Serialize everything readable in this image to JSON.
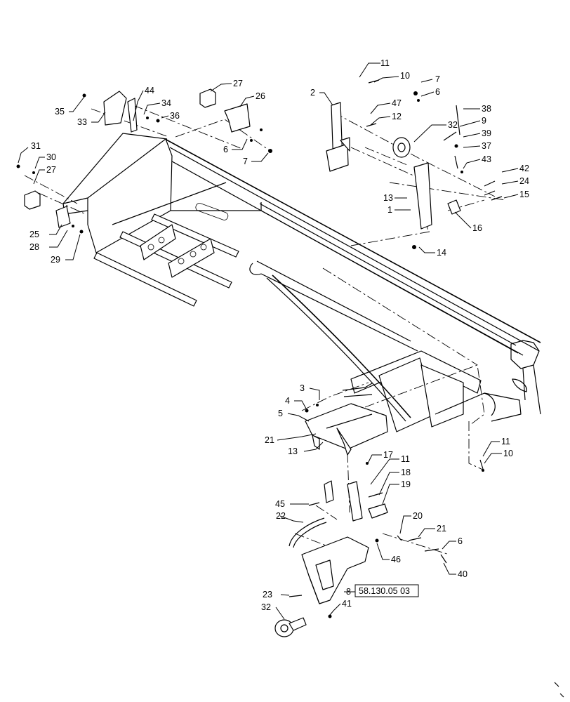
{
  "callouts": {
    "c1": "1",
    "c2": "2",
    "c3": "3",
    "c4": "4",
    "c5": "5",
    "c6a": "6",
    "c6b": "6",
    "c6c": "6",
    "c7a": "7",
    "c7b": "7",
    "c8": "8",
    "c9": "9",
    "c10a": "10",
    "c10b": "10",
    "c11a": "11",
    "c11b": "11",
    "c11c": "11",
    "c12": "12",
    "c13a": "13",
    "c13b": "13",
    "c14": "14",
    "c15": "15",
    "c16": "16",
    "c17": "17",
    "c18": "18",
    "c19": "19",
    "c20": "20",
    "c21a": "21",
    "c21b": "21",
    "c22": "22",
    "c23": "23",
    "c24": "24",
    "c25": "25",
    "c26": "26",
    "c27a": "27",
    "c27b": "27",
    "c28": "28",
    "c29": "29",
    "c30": "30",
    "c31": "31",
    "c32a": "32",
    "c32b": "32",
    "c33": "33",
    "c34": "34",
    "c35": "35",
    "c36": "36",
    "c37": "37",
    "c38": "38",
    "c39": "39",
    "c40": "40",
    "c41": "41",
    "c42": "42",
    "c43": "43",
    "c44": "44",
    "c45": "45",
    "c46": "46",
    "c47": "47"
  },
  "reference": {
    "label": "58.130.05 03"
  }
}
